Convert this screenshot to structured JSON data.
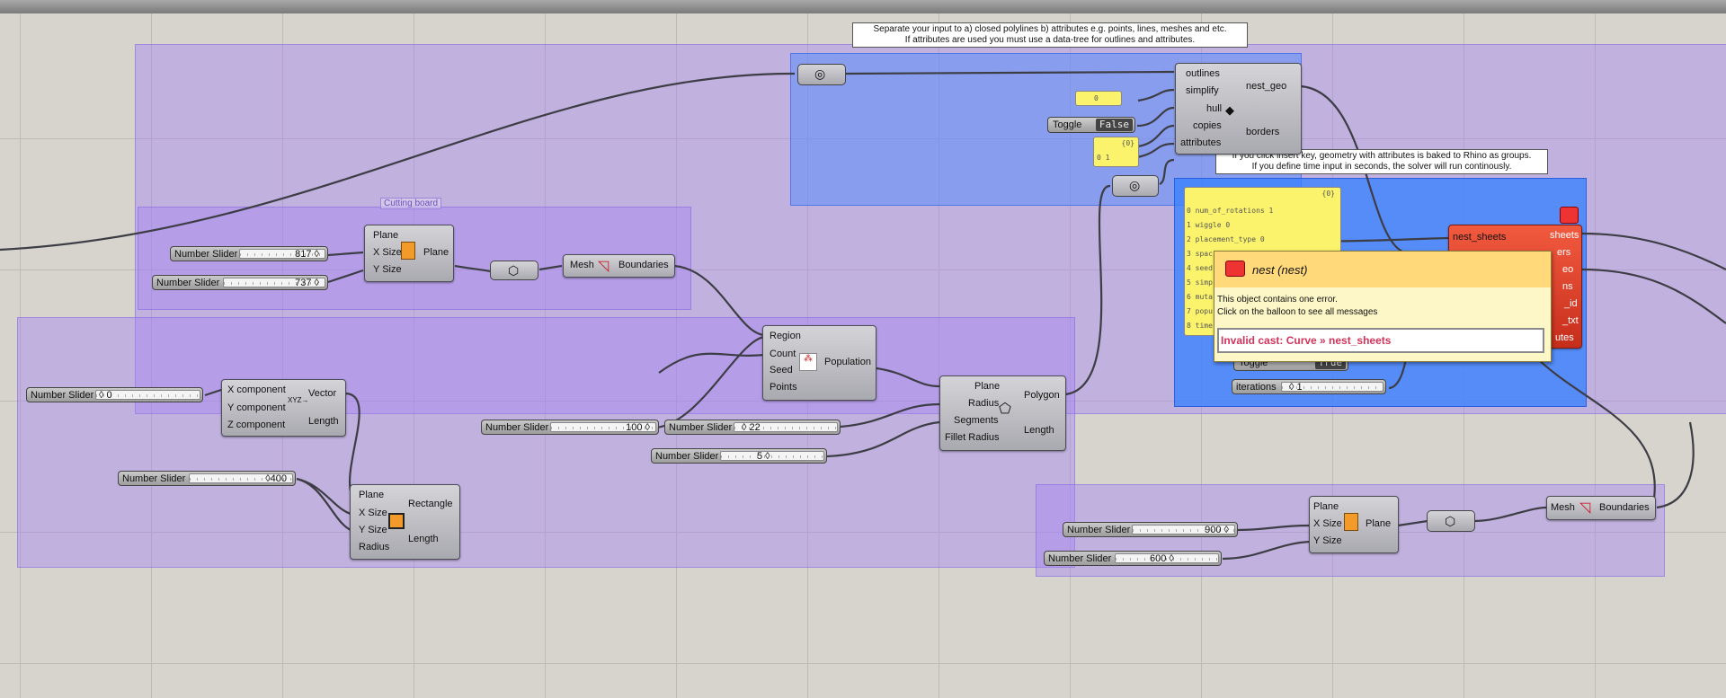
{
  "tooltips": {
    "separate_line1": "Separate your input to a) closed polylines b) attributes e.g. points, lines, meshes and etc.",
    "separate_line2": "If attributes are used you must use a data-tree for outlines and attributes.",
    "insert_line1": "If you click insert key, geometry with attributes is baked to Rhino as groups.",
    "insert_line2": "If you define time input in seconds, the solver will run continously."
  },
  "group_labels": {
    "cutting_board": "Cutting board"
  },
  "sliders": {
    "label": "Number Slider",
    "s817": "817 ◊",
    "s737": "737 ◊",
    "s0": "◊ 0",
    "s400": "◊400",
    "s100": "100 ◊",
    "s22": "◊ 22",
    "s5": "5 ◊",
    "s900": "900 ◊",
    "s600": "600 ◊",
    "iterations_label": "iterations",
    "iterations_value": "◊ 1"
  },
  "toggle": {
    "label": "Toggle",
    "state": "False",
    "state2": "True"
  },
  "panels": {
    "zero": "0",
    "one_header": "{0}",
    "one_row": "0 1",
    "list_header": "{0}",
    "list_rows": [
      "0 num_of_rotations 1",
      "1 wiggle 0",
      "2 placement_type 0",
      "3 spac",
      "4 seed",
      "5 simp",
      "6 muta",
      "7 popu",
      "8 time"
    ]
  },
  "components": {
    "plane1": {
      "in": [
        "Plane",
        "X Size",
        "Y Size"
      ],
      "out": "Plane"
    },
    "mesh1": {
      "in": "Mesh",
      "out": "Boundaries"
    },
    "population": {
      "in": [
        "Region",
        "Count",
        "Seed",
        "Points"
      ],
      "out": "Population"
    },
    "vector": {
      "in": [
        "X component",
        "Y component",
        "Z component"
      ],
      "out": [
        "Vector",
        "Length"
      ]
    },
    "rectangle": {
      "in": [
        "Plane",
        "X Size",
        "Y Size",
        "Radius"
      ],
      "out": [
        "Rectangle",
        "Length"
      ]
    },
    "polygon": {
      "in": [
        "Plane",
        "Radius",
        "Segments",
        "Fillet Radius"
      ],
      "out": [
        "Polygon",
        "Length"
      ]
    },
    "nest_geo": {
      "in": [
        "outlines",
        "simplify",
        "hull",
        "copies",
        "attributes"
      ],
      "out": [
        "nest_geo",
        "borders"
      ]
    },
    "nest": {
      "in": "nest_sheets",
      "out": [
        "sheets",
        "ers",
        "eo",
        "ns",
        "_id",
        "_txt",
        "utes"
      ]
    },
    "plane2": {
      "in": [
        "Plane",
        "X Size",
        "Y Size"
      ],
      "out": "Plane"
    },
    "mesh2": {
      "in": "Mesh",
      "out": "Boundaries"
    }
  },
  "balloon": {
    "title": "nest (nest)",
    "line1": "This object contains one error.",
    "line2": "Click on the balloon to see all messages",
    "error": "Invalid cast: Curve » nest_sheets"
  }
}
